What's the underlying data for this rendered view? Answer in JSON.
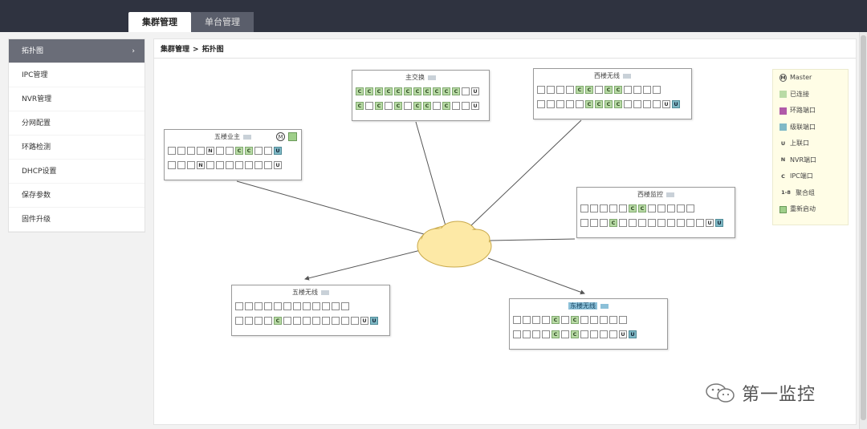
{
  "top_tabs": [
    {
      "label": "集群管理",
      "active": true
    },
    {
      "label": "单台管理",
      "active": false
    }
  ],
  "sidebar": {
    "items": [
      {
        "label": "拓扑图",
        "active": true
      },
      {
        "label": "IPC管理"
      },
      {
        "label": "NVR管理"
      },
      {
        "label": "分网配置"
      },
      {
        "label": "环路检测"
      },
      {
        "label": "DHCP设置"
      },
      {
        "label": "保存参数"
      },
      {
        "label": "固件升级"
      }
    ],
    "chevron": "›"
  },
  "breadcrumb": {
    "parent": "集群管理",
    "separator": ">",
    "current": "拓扑图"
  },
  "devices": {
    "main": {
      "name": "主交换"
    },
    "north": {
      "name": "西楼无线"
    },
    "west": {
      "name": "五楼业主"
    },
    "east": {
      "name": "西楼监控"
    },
    "southwest": {
      "name": "五楼无线"
    },
    "southeast": {
      "name": "东楼无线"
    }
  },
  "port_labels": {
    "connected": "C",
    "nvr": "N",
    "uplink": "U",
    "aggregate": "U"
  },
  "legend": [
    {
      "icon": "M",
      "label": "Master"
    },
    {
      "icon": "",
      "label": "已连接"
    },
    {
      "icon": "",
      "label": "环路端口"
    },
    {
      "icon": "",
      "label": "级联端口"
    },
    {
      "icon": "U",
      "label": "上联口"
    },
    {
      "icon": "N",
      "label": "NVR端口"
    },
    {
      "icon": "C",
      "label": "IPC端口"
    },
    {
      "icon": "1-8",
      "label": "聚合组"
    },
    {
      "icon": "",
      "label": "重新启动"
    }
  ],
  "badges": {
    "master": "M"
  },
  "watermark": {
    "text": "第一监控"
  },
  "colors": {
    "topbar": "#2f3340",
    "connected": "#b9dba6",
    "loop": "#b05aa8",
    "aggregate": "#80b9c6",
    "cloud": "#fde9a6",
    "legend_bg": "#fffde6"
  },
  "icons": {
    "cloud": "network-cloud-icon",
    "edit": "edit-icon",
    "wechat": "wechat-icon"
  }
}
